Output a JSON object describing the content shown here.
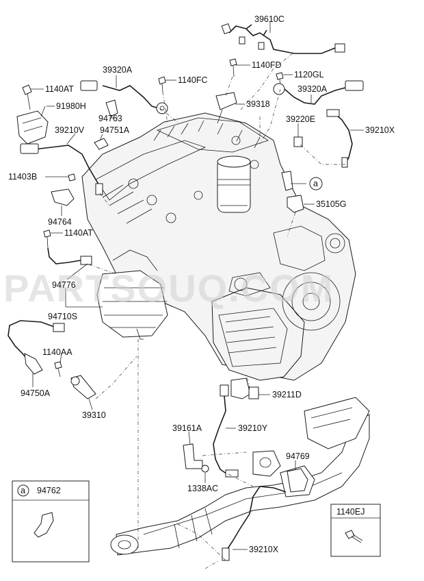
{
  "watermark": "PARTSOUQ.COM",
  "labels": {
    "p39610C": "39610C",
    "p39320A_top": "39320A",
    "p1140FD": "1140FD",
    "p1140AT_top": "1140AT",
    "p1140FC": "1140FC",
    "p1120GL": "1120GL",
    "p39320A_right": "39320A",
    "p91980H": "91980H",
    "p39318": "39318",
    "p94763": "94763",
    "p39210V": "39210V",
    "p94751A": "94751A",
    "p39220E": "39220E",
    "p39210X_top": "39210X",
    "p11403B": "11403B",
    "p35105G": "35105G",
    "p94764": "94764",
    "p1140AT_mid": "1140AT",
    "p94776": "94776",
    "p94710S": "94710S",
    "p1140AA": "1140AA",
    "p94750A": "94750A",
    "p39310": "39310",
    "p39211D": "39211D",
    "p39161A": "39161A",
    "p39210Y": "39210Y",
    "p94769": "94769",
    "p1338AC": "1338AC",
    "p39210X_bottom": "39210X"
  },
  "callout": {
    "letter": "a"
  },
  "inset_a": {
    "letter": "a",
    "part": "94762"
  },
  "inset_b": {
    "part": "1140EJ"
  }
}
